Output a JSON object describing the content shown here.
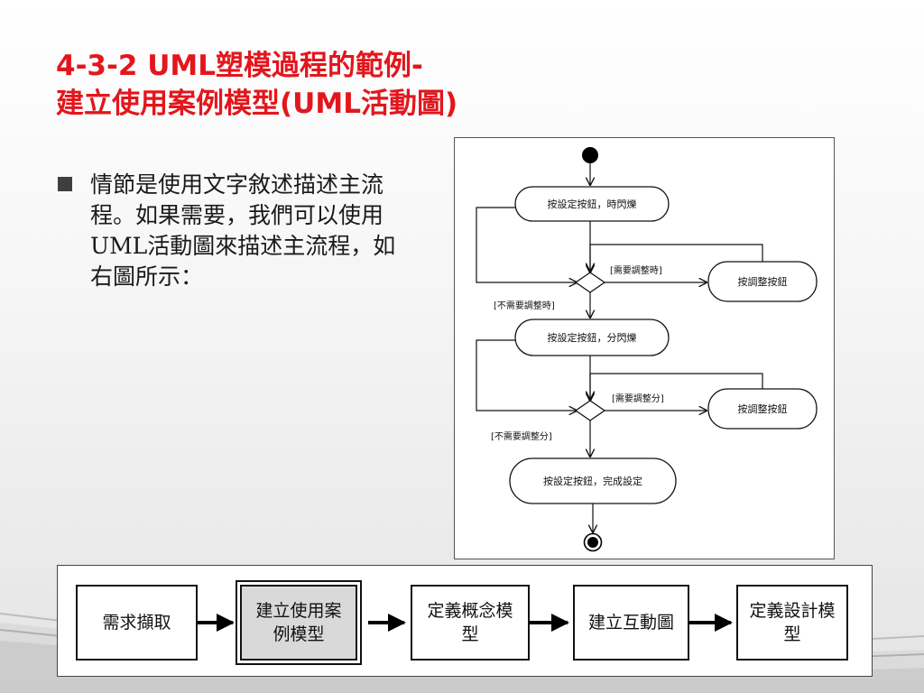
{
  "title": {
    "line1": "4-3-2 UML塑模過程的範例-",
    "line2": "建立使用案例模型(UML活動圖)"
  },
  "bullet": {
    "text": "情節是使用文字敘述描述主流程。如果需要，我們可以使用UML活動圖來描述主流程，如右圖所示："
  },
  "diagram": {
    "actions": {
      "press_time": "按設定按鈕，時閃爍",
      "adjust_hour": "按調整按鈕",
      "press_minute": "按設定按鈕，分閃爍",
      "adjust_minute": "按調整按鈕",
      "press_done": "按設定按鈕，完成設定"
    },
    "guards": {
      "need_hour": "[需要調整時]",
      "no_need_hour": "[不需要調整時]",
      "need_minute": "[需要調整分]",
      "no_need_minute": "[不需要調整分]"
    }
  },
  "process": {
    "steps": [
      "需求擷取",
      "建立使用案例模型",
      "定義概念模型",
      "建立互動圖",
      "定義設計模型"
    ],
    "active_index": 1
  }
}
